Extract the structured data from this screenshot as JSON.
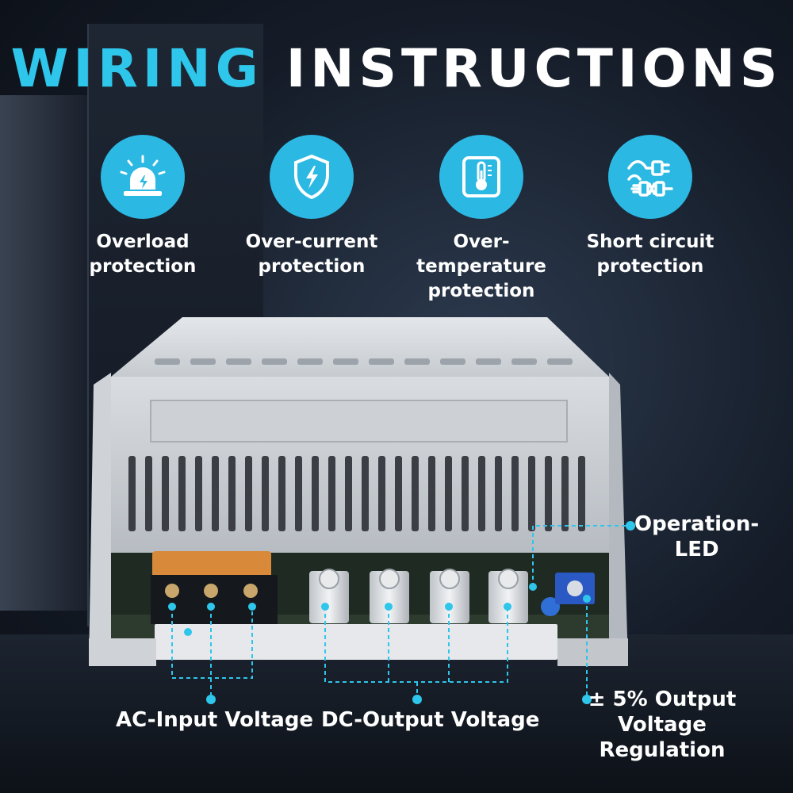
{
  "title": {
    "part1": "WIRING",
    "part2": "INSTRUCTIONS"
  },
  "colors": {
    "accent": "#2ec6ea",
    "icon_bg": "#2bb8e2",
    "text": "#ffffff"
  },
  "features": [
    {
      "icon": "alarm-light-icon",
      "label": "Overload\nprotection"
    },
    {
      "icon": "shield-bolt-icon",
      "label": "Over-current\nprotection"
    },
    {
      "icon": "thermometer-icon",
      "label": "Over-temperature\nprotection"
    },
    {
      "icon": "plug-short-circuit-icon",
      "label": "Short circuit\nprotection"
    }
  ],
  "callouts": {
    "operation_led": "Operation-\nLED",
    "ac_input": "AC-Input Voltage",
    "dc_output": "DC-Output Voltage",
    "regulation": "± 5% Output\nVoltage Regulation"
  }
}
